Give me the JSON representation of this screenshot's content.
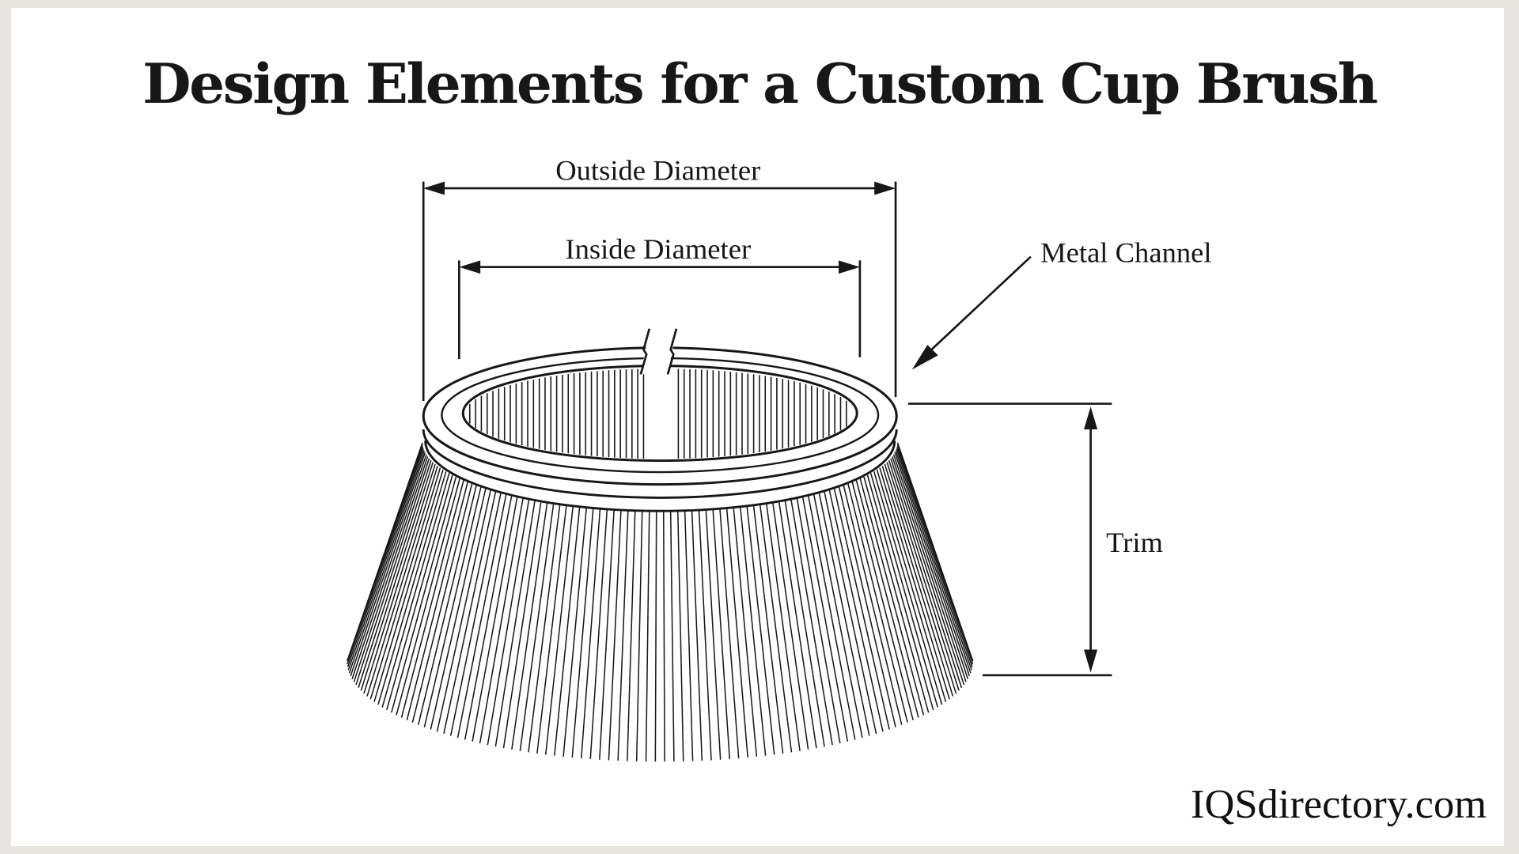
{
  "title": "Design Elements for a Custom Cup Brush",
  "diagram": {
    "outside_diameter_label": "Outside Diameter",
    "inside_diameter_label": "Inside Diameter",
    "metal_channel_label": "Metal Channel",
    "trim_label": "Trim"
  },
  "watermark": "IQSdirectory.com",
  "colors": {
    "ink": "#171717",
    "canvas": "#ffffff",
    "frame": "#e9e6e2"
  }
}
